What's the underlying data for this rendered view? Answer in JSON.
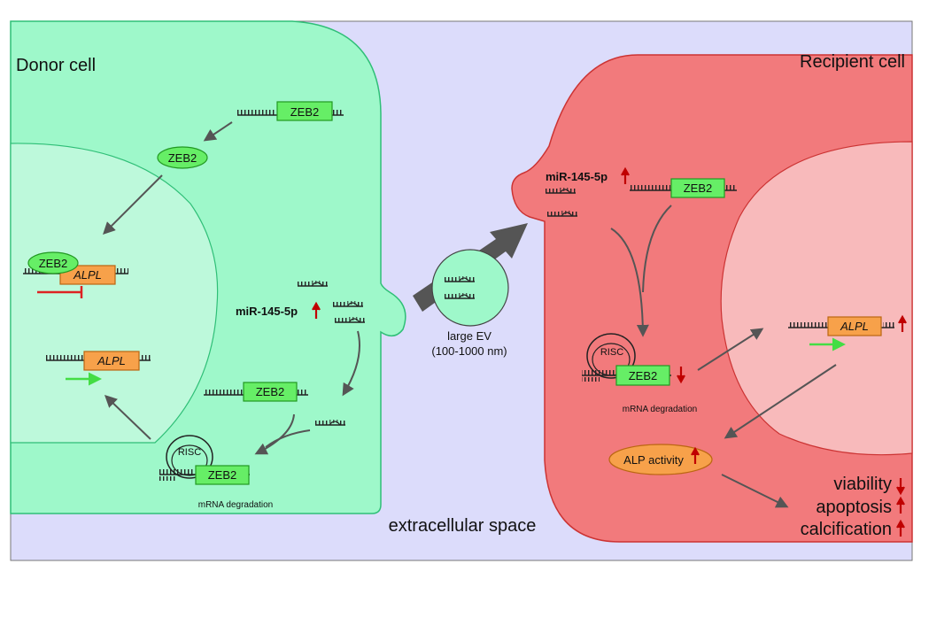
{
  "regions": {
    "donor_title": "Donor cell",
    "recipient_title": "Recipient cell",
    "extracellular": "extracellular space"
  },
  "donor": {
    "zeb2_mrna_top": "ZEB2",
    "zeb2_protein": "ZEB2",
    "zeb2_bound": "ZEB2",
    "alpl_repressed": "ALPL",
    "alpl_active": "ALPL",
    "mir_label": "miR-145-5p",
    "zeb2_mrna_mid": "ZEB2",
    "risc": "RISC",
    "zeb2_risc": "ZEB2",
    "degradation": "mRNA degradation"
  },
  "ev": {
    "label_line1": "large EV",
    "label_line2": "(100-1000 nm)"
  },
  "recipient": {
    "mir_label": "miR-145-5p",
    "zeb2_mrna": "ZEB2",
    "risc": "RISC",
    "zeb2_risc": "ZEB2",
    "degradation": "mRNA degradation",
    "alpl": "ALPL",
    "alp_activity": "ALP activity",
    "outcomes": [
      "viability",
      "apoptosis",
      "calcification"
    ]
  },
  "colors": {
    "background": "#dcdcfb",
    "donor_cell": "#9ef8ca",
    "donor_nucleus": "#bdf9db",
    "recipient_cell": "#f27a7c",
    "recipient_nucleus": "#f8babb",
    "gene_box": "#66ee66",
    "alpl_box": "#f7a14a",
    "arrow_up": "#c00000",
    "green_arrow": "#44dd44",
    "inhibit": "#dd2222",
    "dark_arrow": "#555555"
  }
}
